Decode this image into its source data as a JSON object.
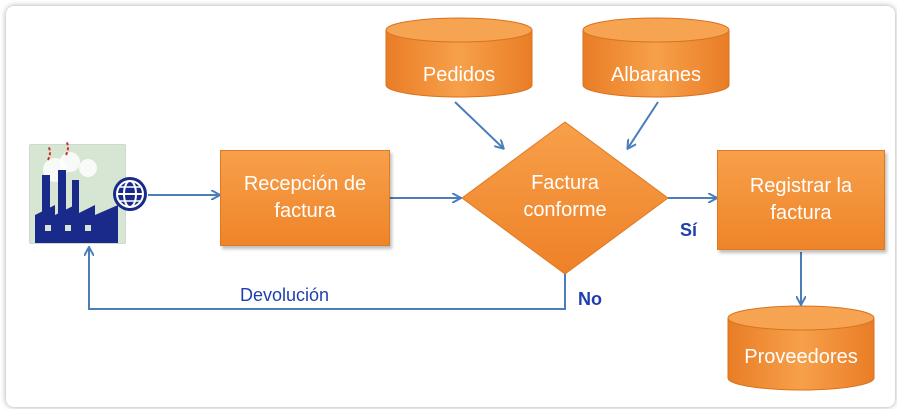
{
  "diagram": {
    "nodes": {
      "recepcion": "Recepción de\nfactura",
      "factura_conforme": "Factura\nconforme",
      "registrar": "Registrar la\nfactura"
    },
    "databases": {
      "pedidos": "Pedidos",
      "albaranes": "Albaranes",
      "proveedores": "Proveedores"
    },
    "edge_labels": {
      "si": "Sí",
      "no": "No",
      "devolucion": "Devolución"
    },
    "icons": {
      "factory": "factory-icon",
      "globe": "globe-icon"
    },
    "colors": {
      "process_fill": "#f39032",
      "arrow": "#4a7ebb",
      "label": "#1f3fae"
    }
  }
}
